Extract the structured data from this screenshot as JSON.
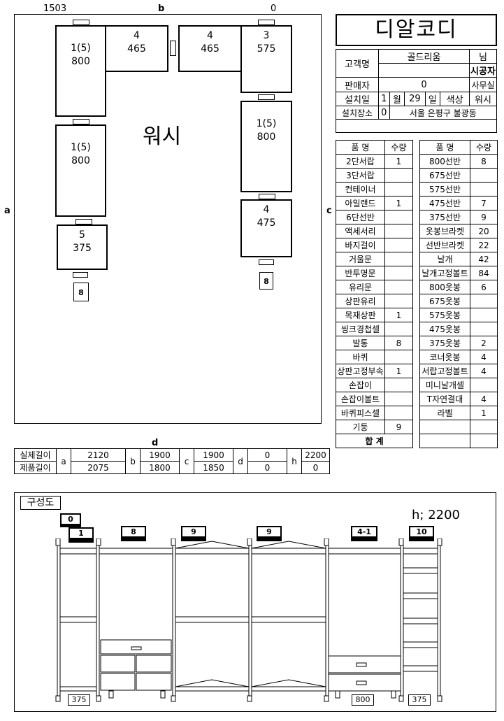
{
  "brand": "디알코디",
  "plan": {
    "dim_left": "1503",
    "dim_b": "b",
    "dim_right": "0",
    "dim_a": "a",
    "dim_c": "c",
    "dim_d": "d",
    "room_label": "워시",
    "modules": [
      {
        "id": "m1",
        "line1": "1(5)",
        "line2": "800"
      },
      {
        "id": "m2",
        "line1": "4",
        "line2": "465"
      },
      {
        "id": "m3",
        "line1": "4",
        "line2": "465"
      },
      {
        "id": "m4",
        "line1": "3",
        "line2": "575"
      },
      {
        "id": "m5",
        "line1": "1(5)",
        "line2": "800"
      },
      {
        "id": "m6",
        "line1": "1(5)",
        "line2": "800"
      },
      {
        "id": "m7",
        "line1": "5",
        "line2": "375"
      },
      {
        "id": "m8",
        "line1": "4",
        "line2": "475"
      }
    ],
    "tags": [
      "8",
      "8"
    ]
  },
  "info": {
    "customer_label": "고객명",
    "customer_value": "골드리움",
    "honorific": "님",
    "installer": "시공자",
    "seller_label": "판매자",
    "seller_value": "0",
    "office": "사무실",
    "install_date_label": "설치일",
    "month": "1",
    "month_label": "월",
    "day": "29",
    "day_label": "일",
    "color_label": "색상",
    "color_value": "워시",
    "place_label": "설치장소",
    "place_code": "0",
    "place_value": "서울 은평구 불광동"
  },
  "parts": {
    "headers": [
      "품 명",
      "수량",
      "품 명",
      "수량"
    ],
    "rows": [
      [
        "2단서랍",
        "1",
        "800선반",
        "8"
      ],
      [
        "3단서랍",
        "",
        "675선반",
        ""
      ],
      [
        "컨테이너",
        "",
        "575선반",
        ""
      ],
      [
        "아일랜드",
        "1",
        "475선반",
        "7"
      ],
      [
        "6단선반",
        "",
        "375선반",
        "9"
      ],
      [
        "액세서리",
        "",
        "옷봉브라켓",
        "20"
      ],
      [
        "바지걸이",
        "",
        "선반브라켓",
        "22"
      ],
      [
        "거울문",
        "",
        "날개",
        "42"
      ],
      [
        "반투명문",
        "",
        "날개고정볼트",
        "84"
      ],
      [
        "유리문",
        "",
        "800옷봉",
        "6"
      ],
      [
        "상판유리",
        "",
        "675옷봉",
        ""
      ],
      [
        "목재상판",
        "1",
        "575옷봉",
        ""
      ],
      [
        "씽크경첩셀",
        "",
        "475옷봉",
        ""
      ],
      [
        "발통",
        "8",
        "375옷봉",
        "2"
      ],
      [
        "바퀴",
        "",
        "코너옷봉",
        "4"
      ],
      [
        "상판고정부속",
        "1",
        "서랍고정볼트",
        "4"
      ],
      [
        "손잡이",
        "",
        "미니날개셀",
        ""
      ],
      [
        "손잡이볼트",
        "",
        "T자연결대",
        "4"
      ],
      [
        "바퀴피스셀",
        "",
        "라벨",
        "1"
      ],
      [
        "기둥",
        "9",
        "",
        ""
      ]
    ],
    "total_label": "합 계"
  },
  "measure": {
    "row1_label": "실제길이",
    "row2_label": "제품길이",
    "a": "a",
    "b": "b",
    "c": "c",
    "d": "d",
    "h": "h",
    "a1": "2120",
    "a2": "2075",
    "b1": "1900",
    "b2": "1800",
    "c1": "1900",
    "c2": "1850",
    "d1": "0",
    "d2": "0",
    "h1": "2200",
    "h2": "0"
  },
  "front": {
    "title": "구성도",
    "height_label": "h; 2200",
    "tags": [
      "0",
      "1",
      "8",
      "9",
      "9",
      "4-1",
      "10"
    ],
    "widths": [
      "375",
      "800",
      "375"
    ]
  }
}
